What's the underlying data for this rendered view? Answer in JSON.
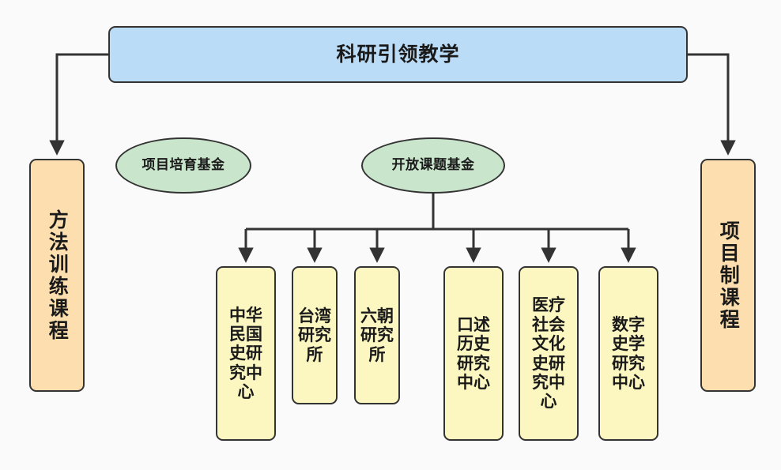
{
  "diagram": {
    "title": "科研引领教学",
    "background_color": "#fafafa",
    "edge_color": "#333333",
    "root": {
      "label": "科研引领教学",
      "shape": "rounded-rect",
      "fill": "#bbdcf7"
    },
    "courses": [
      {
        "id": "method-training",
        "label": "方法训练课程",
        "shape": "rounded-rect",
        "fill": "#fddfaf",
        "side": "left"
      },
      {
        "id": "project-based",
        "label": "项目制课程",
        "shape": "rounded-rect",
        "fill": "#fddfaf",
        "side": "right"
      }
    ],
    "funds": [
      {
        "id": "incubation-fund",
        "label": "项目培育基金",
        "shape": "ellipse",
        "fill": "#c9e5cc"
      },
      {
        "id": "open-topic-fund",
        "label": "开放课题基金",
        "shape": "ellipse",
        "fill": "#c9e5cc"
      }
    ],
    "centers": [
      {
        "id": "roc-history-center",
        "label": "中华民国史研究中心",
        "fill": "#fcf7c0",
        "width": "wide"
      },
      {
        "id": "taiwan-institute",
        "label": "台湾研究所",
        "fill": "#fcf7c0",
        "width": "narrow"
      },
      {
        "id": "six-dynasties-institute",
        "label": "六朝研究所",
        "fill": "#fcf7c0",
        "width": "narrow"
      },
      {
        "id": "oral-history-center",
        "label": "口述历史研究中心",
        "fill": "#fcf7c0",
        "width": "wide"
      },
      {
        "id": "medical-social-center",
        "label": "医疗社会文化史研究中心",
        "fill": "#fcf7c0",
        "width": "wide"
      },
      {
        "id": "digital-history-center",
        "label": "数字史学研究中心",
        "fill": "#fcf7c0",
        "width": "wide"
      }
    ]
  }
}
